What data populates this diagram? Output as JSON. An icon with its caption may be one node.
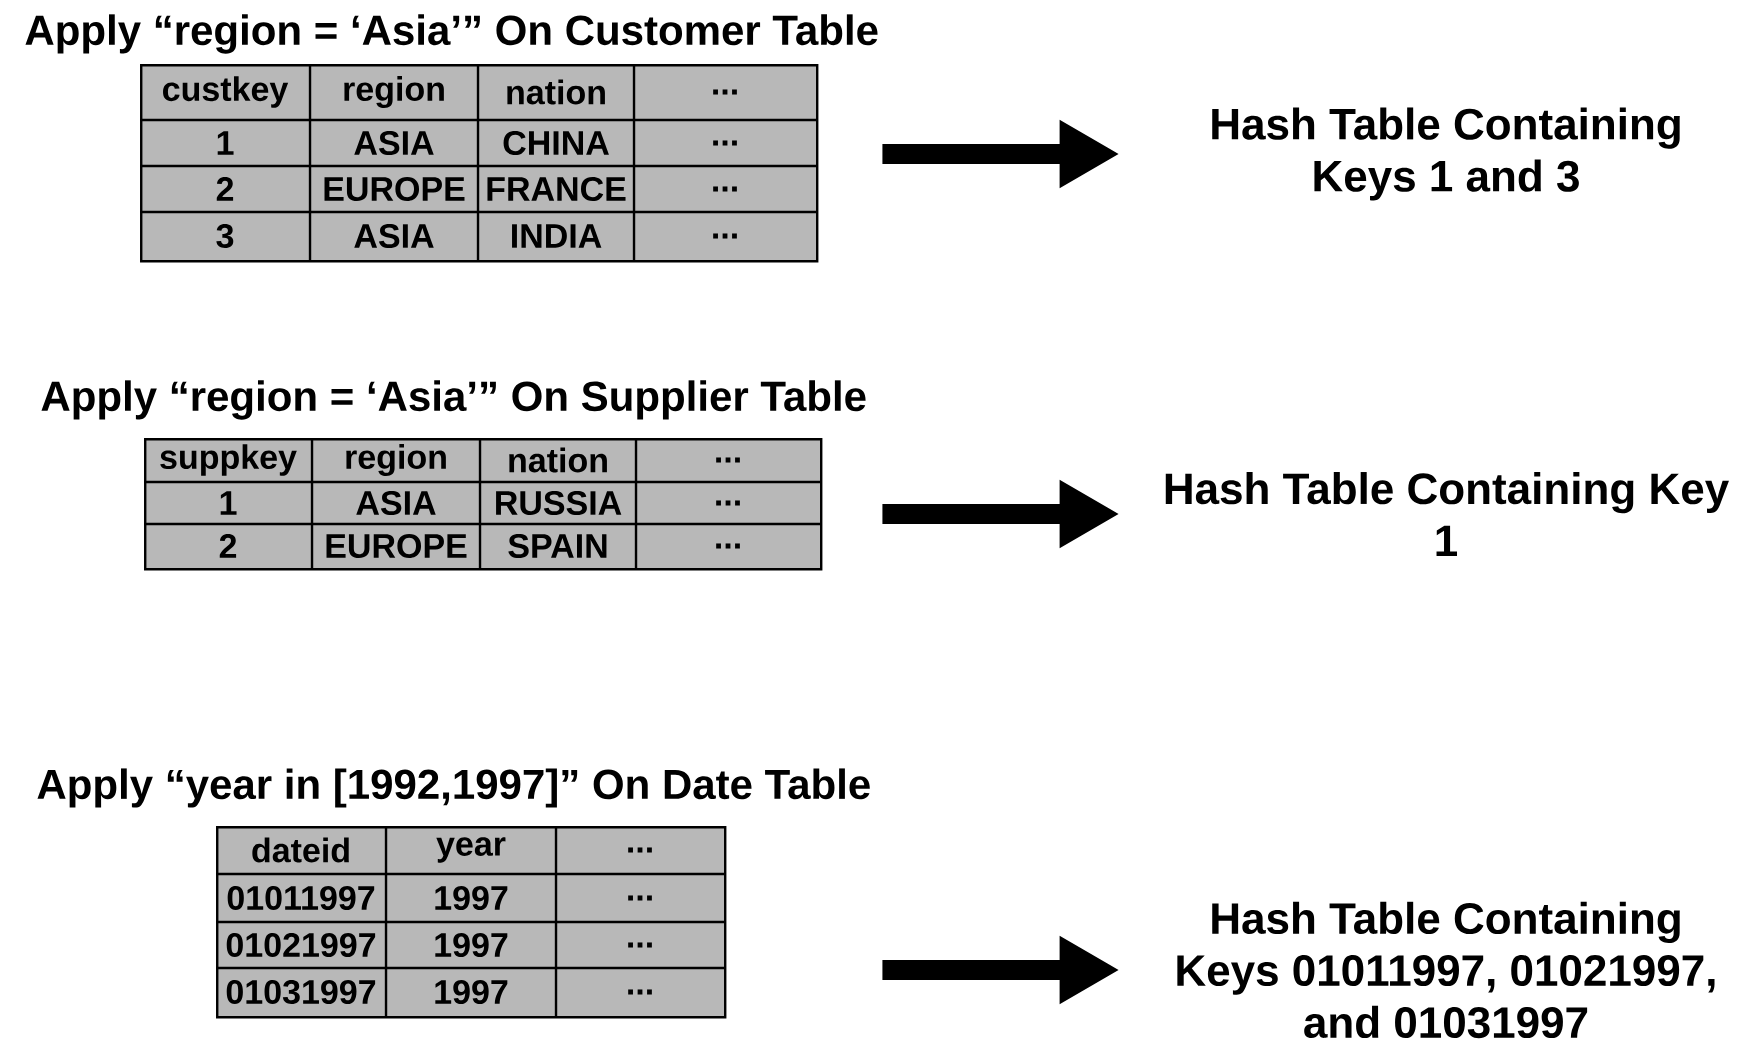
{
  "diagram": {
    "nodes": [
      {
        "text": [
          "Apply “region = ‘Asia’” On Customer Table",
          "custkey",
          "region",
          "nation",
          "...",
          "1",
          "ASIA",
          "CHINA",
          "...",
          "2",
          "EUROPE",
          "FRANCE",
          "...",
          "3",
          "ASIA",
          "INDIA",
          "..."
        ]
      },
      {
        "text": [
          "Hash Table Containing Keys 1 and 3"
        ]
      },
      {
        "text": [
          "Apply “region = ‘Asia’” On Supplier Table",
          "suppkey",
          "region",
          "nation",
          "...",
          "1",
          "ASIA",
          "RUSSIA",
          "...",
          "2",
          "EUROPE",
          "SPAIN",
          "..."
        ]
      },
      {
        "text": [
          "Hash Table Containing Key 1"
        ]
      },
      {
        "text": [
          "Apply “year in [1992,1997]” On Date Table",
          "dateid",
          "year",
          "...",
          "01011997",
          "1997",
          "...",
          "01021997",
          "1997",
          "...",
          "01031997",
          "1997",
          "..."
        ]
      },
      {
        "text": [
          "Hash Table Containing Keys 01011997, 01021997, and 01031997"
        ]
      }
    ],
    "edges": [
      {
        "from": 0,
        "to": 1,
        "arrow": "to"
      },
      {
        "from": 2,
        "to": 3,
        "arrow": "to"
      },
      {
        "from": 4,
        "to": 5,
        "arrow": "to"
      }
    ]
  }
}
